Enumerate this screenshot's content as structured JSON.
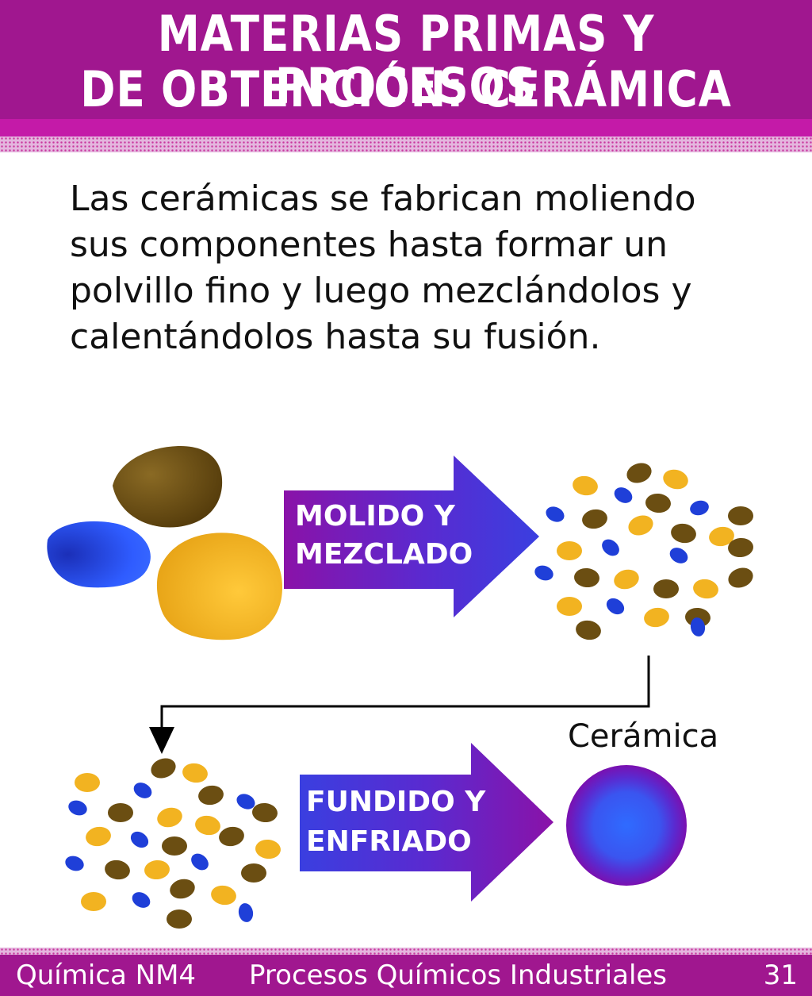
{
  "header": {
    "title_line_1": "MATERIAS PRIMAS Y PROCESOS",
    "title_line_2": "DE OBTENCIÓN: CERÁMICA"
  },
  "intro_lines": [
    "Las cerámicas se fabrican moliendo",
    "sus componentes hasta formar un",
    "polvillo fino y luego mezclándolos y",
    "calentándolos hasta su fusión."
  ],
  "diagram": {
    "step1": {
      "line1": "MOLIDO Y",
      "line2": "MEZCLADO"
    },
    "step2": {
      "line1": "FUNDIDO Y",
      "line2": "ENFRIADO"
    },
    "product_label": "Cerámica"
  },
  "footer": {
    "course": "Química NM4",
    "subject": "Procesos Químicos Industriales",
    "page": "31"
  },
  "colors": {
    "header_purple": "#a0178f",
    "arrow_blue": "#3a3fe0",
    "arrow_purple": "#8a12a8",
    "grain_brown": "#6b4e12",
    "grain_yellow": "#f2b321",
    "grain_blue": "#1f3fd8"
  }
}
